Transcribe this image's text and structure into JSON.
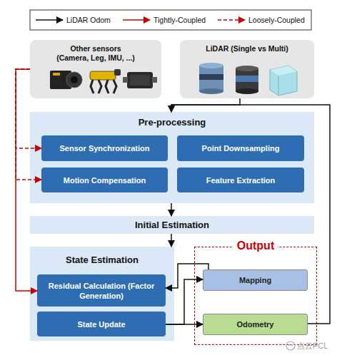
{
  "diagram": {
    "nodes": [
      {
        "text": [
          "Other sensors (Camera, Leg, IMU, ...)"
        ]
      },
      {
        "text": [
          "LiDAR (Single vs Multi)"
        ]
      },
      {
        "text": [
          "Pre-processing"
        ]
      },
      {
        "text": [
          "Sensor Synchronization"
        ],
        "in": 2
      },
      {
        "text": [
          "Point Downsampling"
        ],
        "in": 2
      },
      {
        "text": [
          "Motion Compensation"
        ],
        "in": 2
      },
      {
        "text": [
          "Feature Extraction"
        ],
        "in": 2
      },
      {
        "text": [
          "Initial Estimation"
        ]
      },
      {
        "text": [
          "State Estimation"
        ]
      },
      {
        "text": [
          "Residual Calculation (Factor Generation)"
        ],
        "in": 8
      },
      {
        "text": [
          "State Update"
        ],
        "in": 8
      },
      {
        "text": [
          "Output"
        ]
      },
      {
        "text": [
          "Mapping"
        ],
        "in": 11
      },
      {
        "text": [
          "Odometry"
        ],
        "in": 11
      }
    ],
    "edges": [
      {
        "from": 1,
        "to": 2,
        "arrow": "to"
      },
      {
        "from": 13,
        "to": 2,
        "arrow": "to"
      },
      {
        "from": 0,
        "to": 3,
        "arrow": "to"
      },
      {
        "from": 0,
        "to": 5,
        "arrow": "to"
      },
      {
        "from": 0,
        "to": 9,
        "arrow": "to"
      },
      {
        "from": 2,
        "to": 7,
        "arrow": "to"
      },
      {
        "from": 7,
        "to": 8,
        "arrow": "to"
      },
      {
        "from": 10,
        "to": 13,
        "arrow": "to"
      },
      {
        "from": 10,
        "to": 12,
        "arrow": "to"
      },
      {
        "from": 12,
        "to": 9,
        "arrow": "to"
      }
    ],
    "labels": [
      "点云PCL"
    ],
    "legend": [
      {
        "text": "LiDAR Odom"
      },
      {
        "text": "Tightly-Coupled"
      },
      {
        "text": "Loosely-Coupled"
      }
    ]
  }
}
